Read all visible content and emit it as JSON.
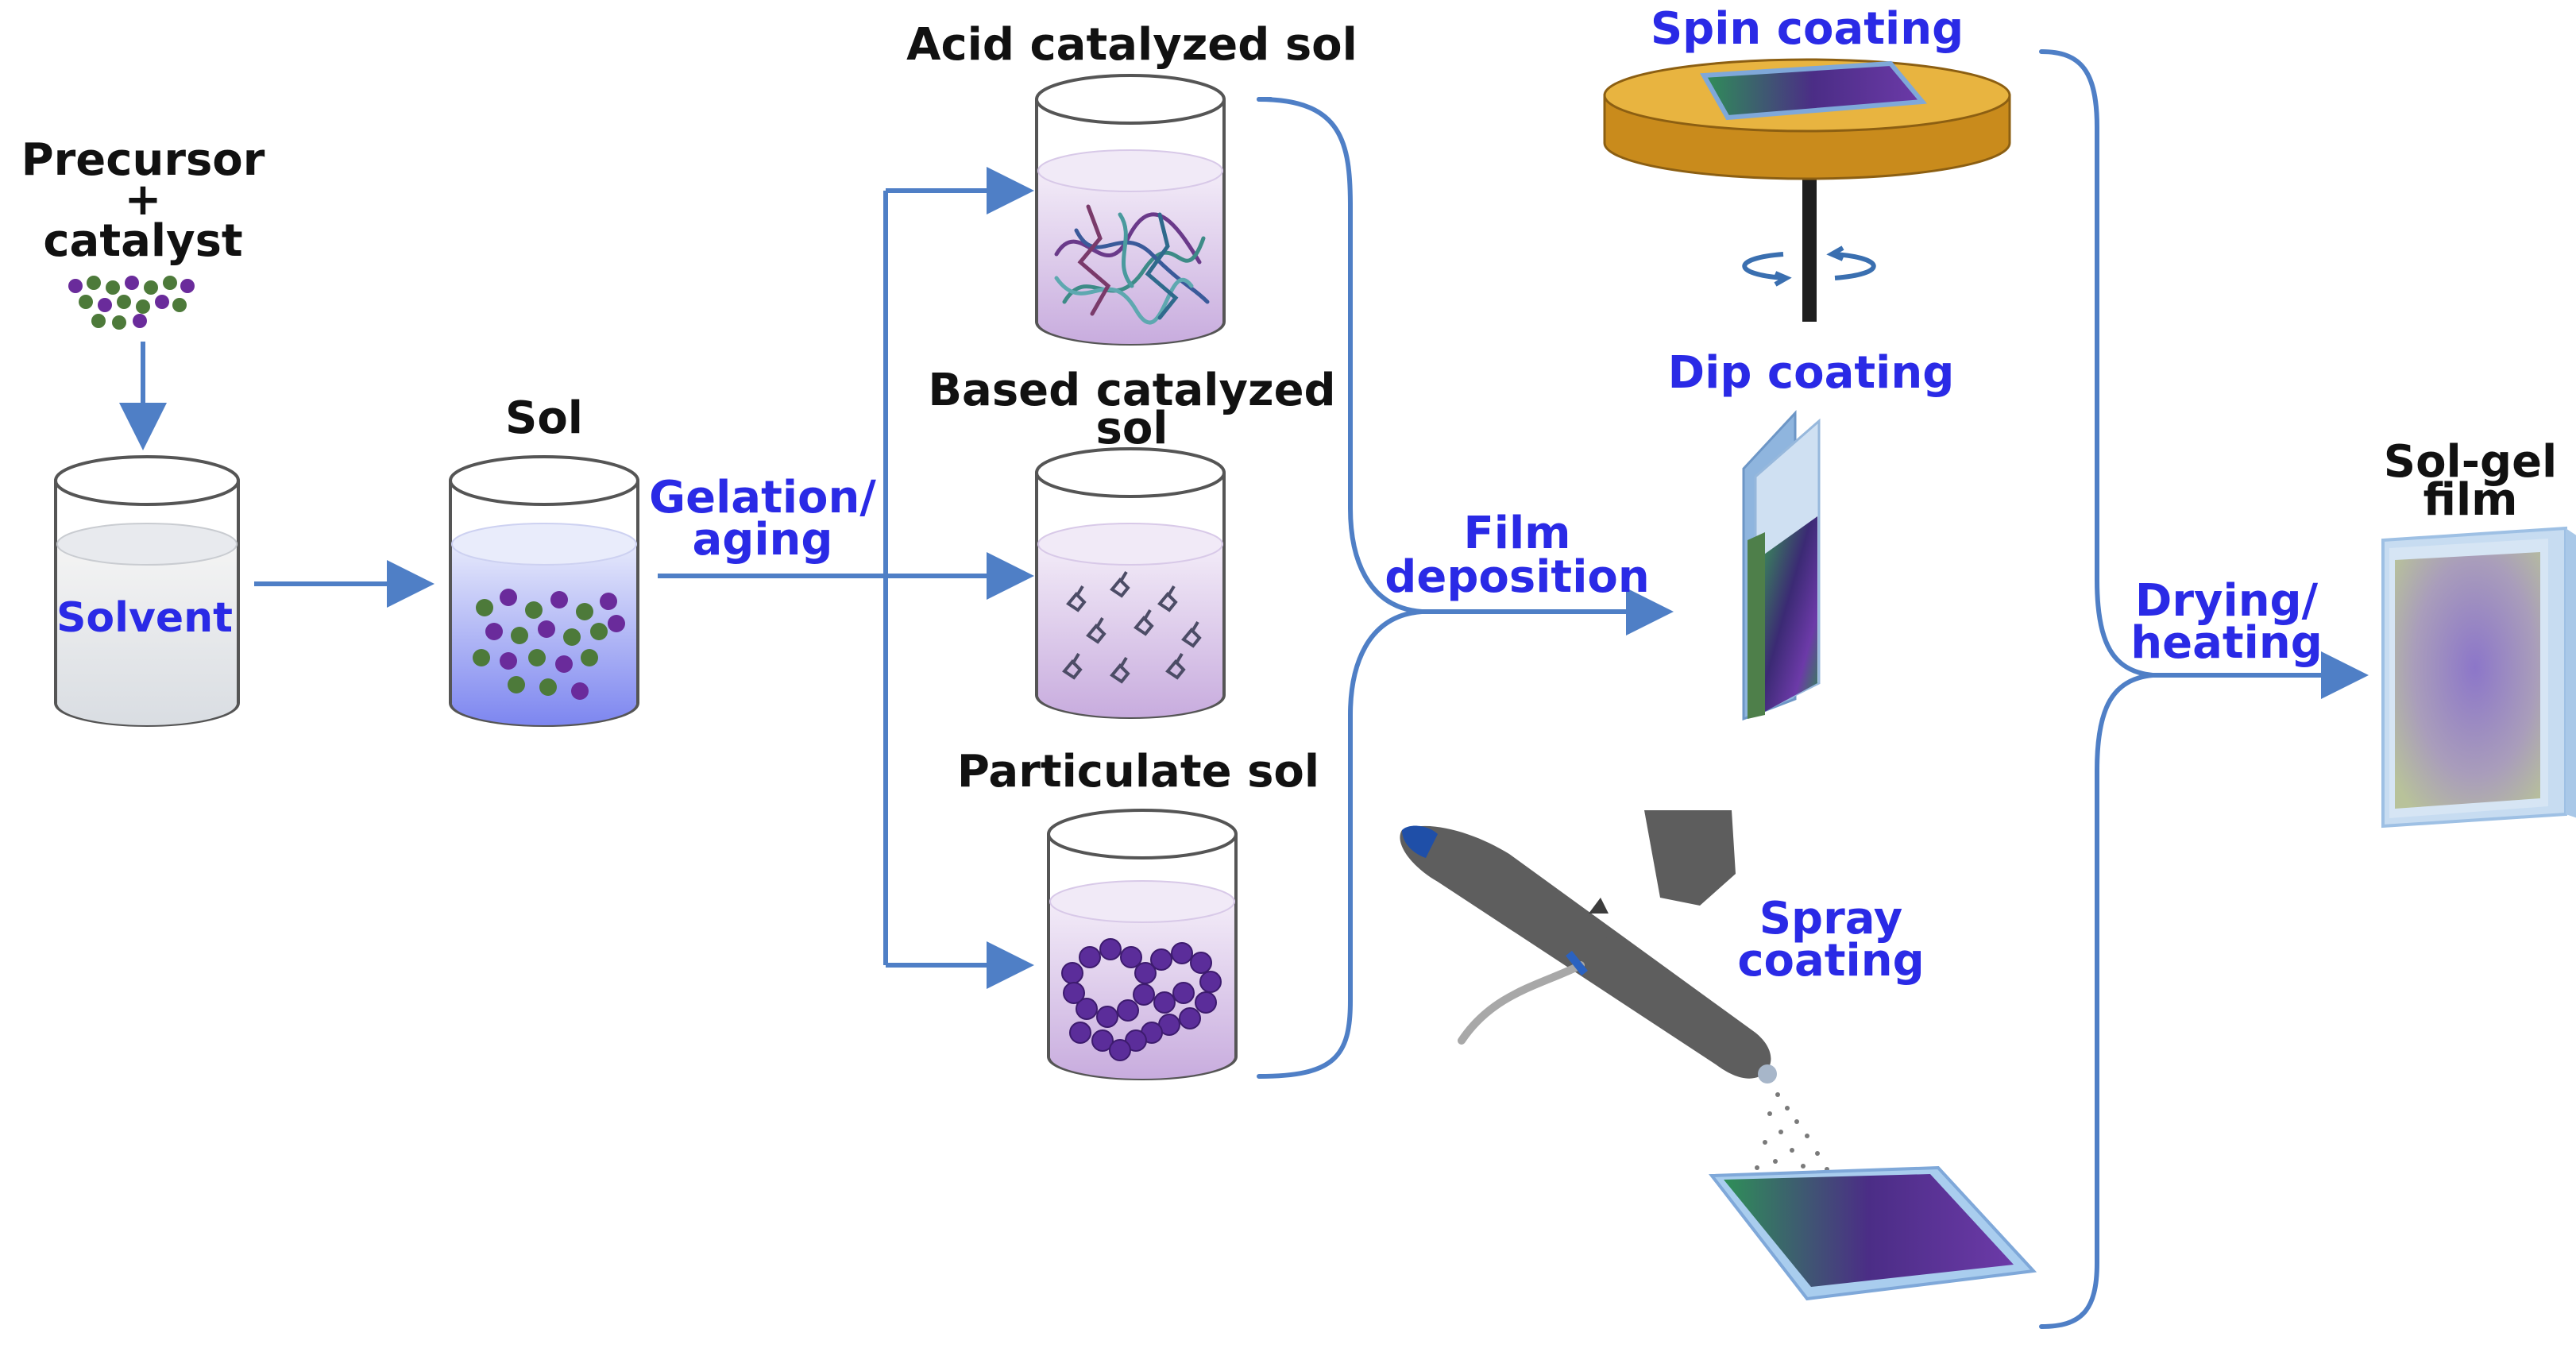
{
  "labels": {
    "precursor": "Precursor",
    "plus": "+",
    "catalyst": "catalyst",
    "solvent": "Solvent",
    "sol": "Sol",
    "gelation_line1": "Gelation/",
    "gelation_line2": "aging",
    "acid_sol": "Acid catalyzed sol",
    "based_line1": "Based catalyzed",
    "based_line2": "sol",
    "particulate_sol": "Particulate sol",
    "film_line1": "Film",
    "film_line2": "deposition",
    "spin_coating": "Spin coating",
    "dip_coating": "Dip coating",
    "spray_line1": "Spray",
    "spray_line2": "coating",
    "drying_line1": "Drying/",
    "drying_line2": "heating",
    "solgel_line1": "Sol-gel",
    "solgel_line2": "film"
  },
  "colors": {
    "arrow": "#4f7fc6",
    "blue_text": "#2a2ae6",
    "black_text": "#111111",
    "particle_purple": "#6a2b9b",
    "particle_green": "#4d7a3a",
    "turntable": "#e0a533"
  }
}
